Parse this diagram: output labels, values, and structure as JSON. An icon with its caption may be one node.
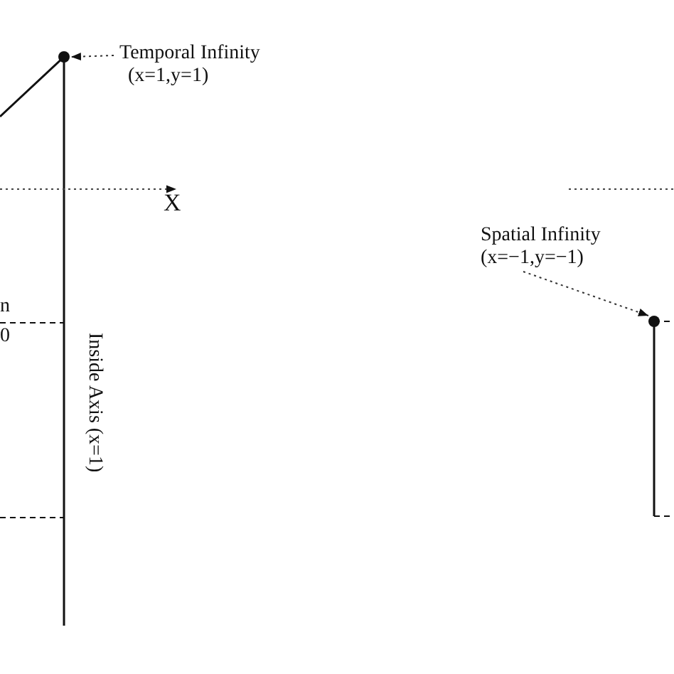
{
  "diagram": {
    "nodes": [
      {
        "text": [
          "Temporal Infinity",
          "(x=1,y=1)"
        ]
      },
      {
        "text": [],
        "shape": "circle"
      },
      {
        "text": [
          "Spatial Infinity",
          "(x=−1,y=−1)"
        ]
      },
      {
        "text": [],
        "shape": "circle"
      }
    ],
    "edges": [
      {
        "from": 0,
        "to": 1,
        "arrow": "to",
        "style": "dashed"
      },
      {
        "from": 2,
        "to": 3,
        "arrow": "to",
        "style": "dashed"
      }
    ],
    "labels": [
      "n",
      "0",
      "X",
      "Inside Axis (x=1)"
    ]
  }
}
